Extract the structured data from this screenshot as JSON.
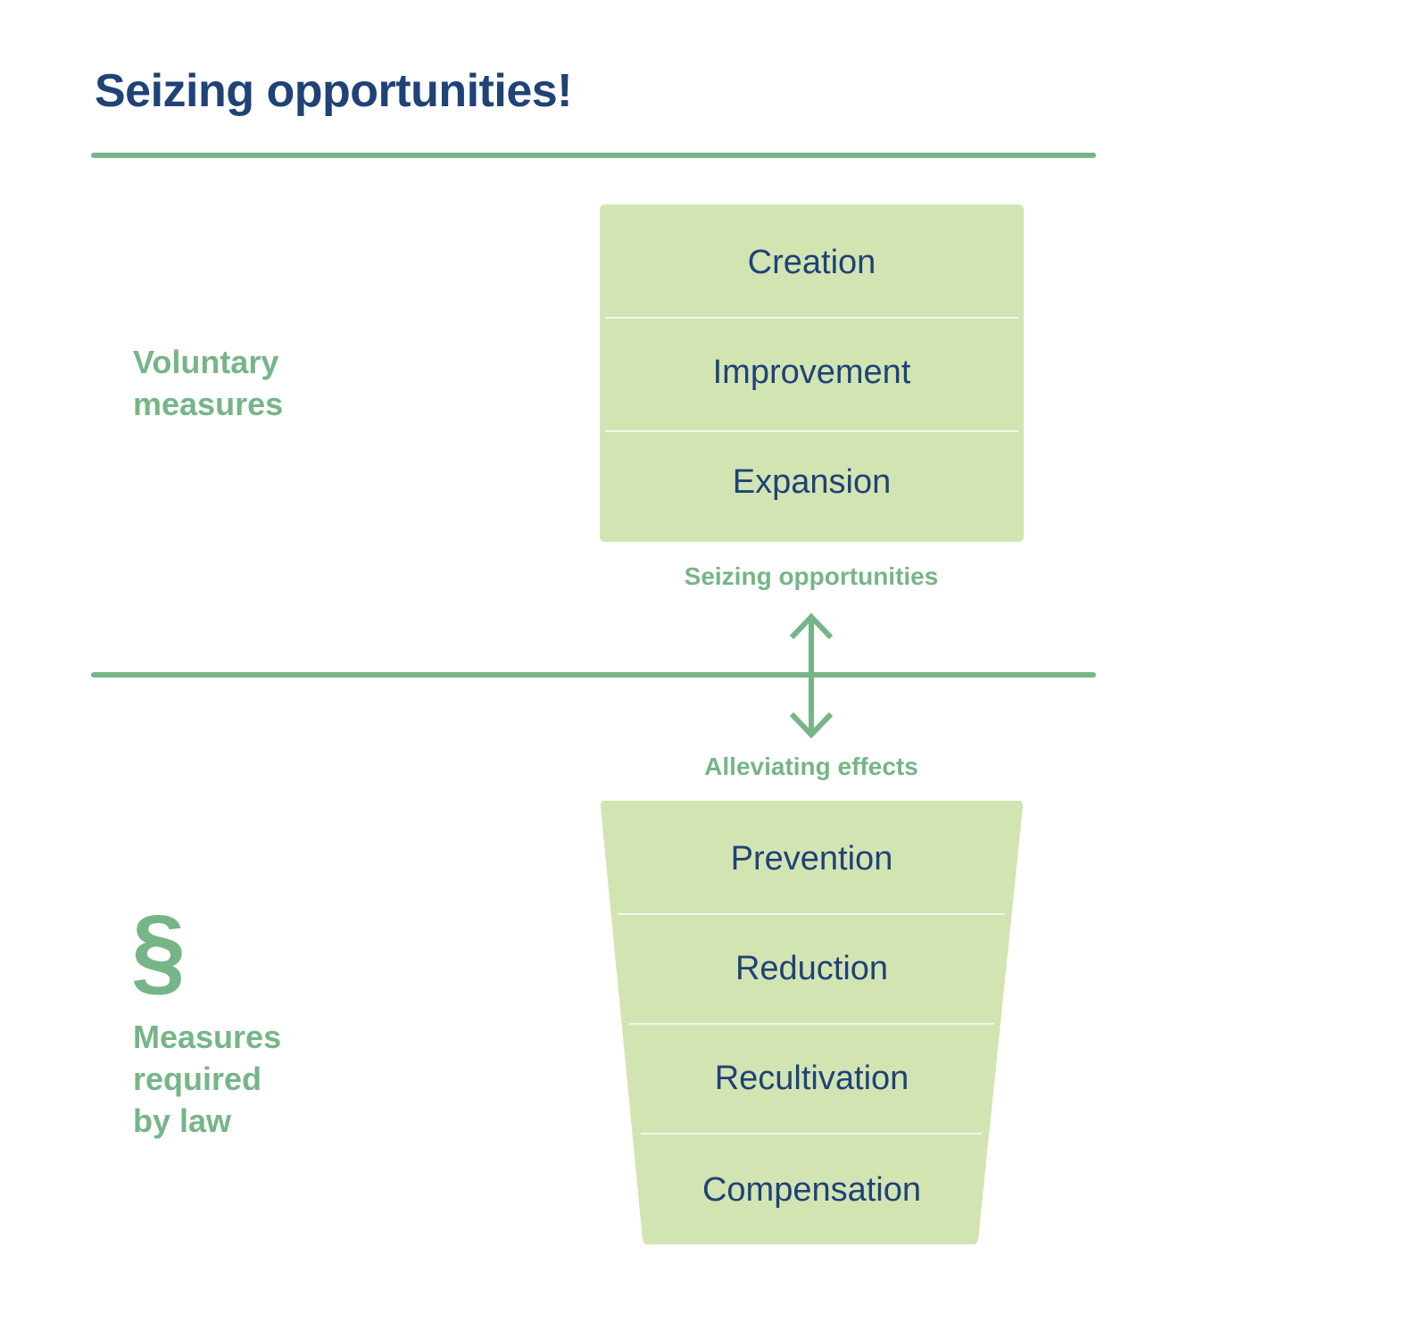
{
  "title": "Seizing opportunities!",
  "colors": {
    "title": "#1f4277",
    "accent_green": "#76b587",
    "box_fill": "#d3e4b3",
    "box_text": "#1f4277",
    "separator": "#f3f7ea"
  },
  "voluntary": {
    "label_line1": "Voluntary",
    "label_line2": "measures",
    "items": [
      "Creation",
      "Improvement",
      "Expansion"
    ]
  },
  "transition": {
    "up_label": "Seizing opportunities",
    "down_label": "Alleviating effects",
    "icon": "double-arrow-vertical-icon"
  },
  "legal": {
    "icon": "section-sign-icon",
    "icon_glyph": "§",
    "label_line1": "Measures",
    "label_line2": "required",
    "label_line3": "by law",
    "items": [
      "Prevention",
      "Reduction",
      "Recultivation",
      "Compensation"
    ]
  }
}
